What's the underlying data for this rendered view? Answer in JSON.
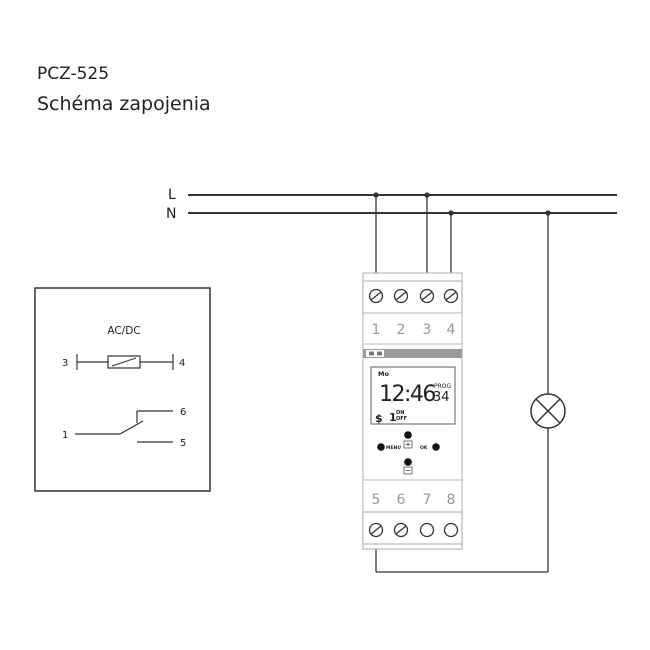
{
  "header": {
    "model": "PCZ-525",
    "subtitle": "Schéma zapojenia"
  },
  "lines": {
    "phase": "L",
    "neutral": "N"
  },
  "schematic": {
    "supply_label": "AC/DC",
    "coil_terminals": [
      "3",
      "4"
    ],
    "contact_common": "1",
    "contact_no": "6",
    "contact_nc": "5"
  },
  "device": {
    "top_terminals": [
      "1",
      "2",
      "3",
      "4"
    ],
    "bottom_terminals": [
      "5",
      "6",
      "7",
      "8"
    ],
    "display": {
      "day": "Mo",
      "time": "12:46",
      "prog_label": "PROG",
      "prog_number": "34",
      "channel": "1",
      "on_label": "ON",
      "off_label": "OFF"
    },
    "buttons": {
      "menu": "MENU",
      "ok": "OK"
    }
  }
}
